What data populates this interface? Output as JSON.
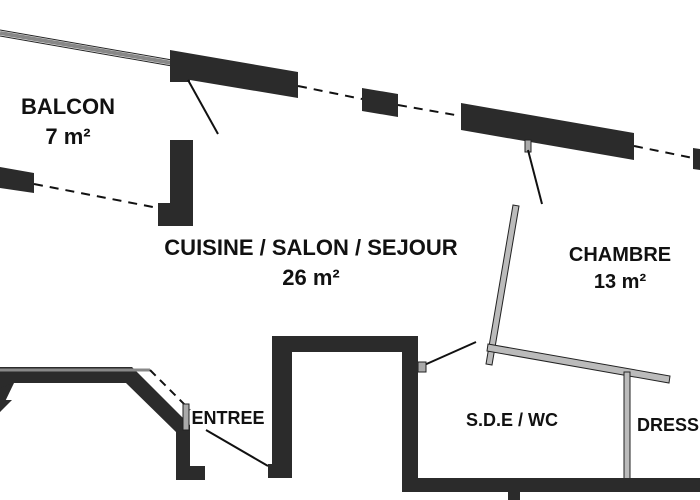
{
  "plan": {
    "rooms": [
      {
        "id": "balcon",
        "name": "BALCON",
        "area": "7 m²"
      },
      {
        "id": "cuisine_salon_sejour",
        "name": "CUISINE / SALON / SEJOUR",
        "area": "26 m²"
      },
      {
        "id": "chambre",
        "name": "CHAMBRE",
        "area": "13 m²"
      },
      {
        "id": "entree",
        "name": "ENTREE"
      },
      {
        "id": "sde_wc",
        "name": "S.D.E / WC"
      },
      {
        "id": "dressing",
        "name": "DRESS"
      }
    ],
    "colors": {
      "wall": "#2b2b2b",
      "thin_wall": "#888888",
      "line": "#111111",
      "text": "#111111",
      "background": "#ffffff"
    }
  }
}
